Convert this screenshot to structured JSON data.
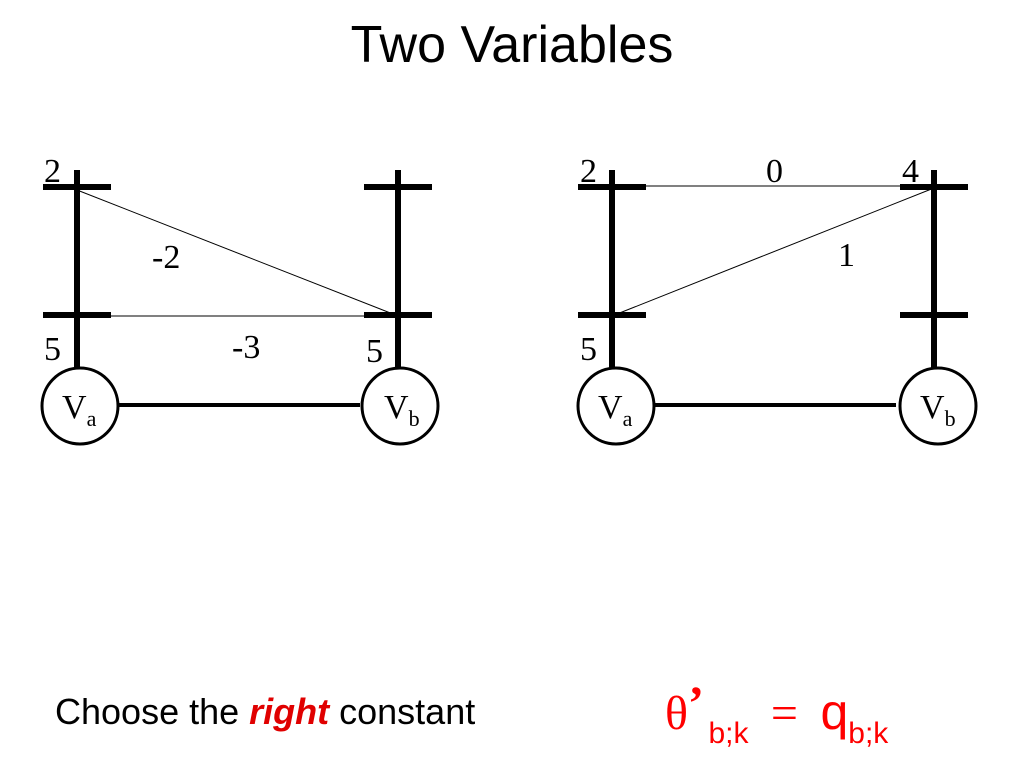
{
  "slide": {
    "title": "Two Variables"
  },
  "left_graph": {
    "top_labels": {
      "a": "2"
    },
    "bottom_labels": {
      "a": "5",
      "b": "5"
    },
    "edge_labels": {
      "cross": "-2",
      "horizontal": "-3"
    },
    "node_a": {
      "letter": "V",
      "sub": "a"
    },
    "node_b": {
      "letter": "V",
      "sub": "b"
    }
  },
  "right_graph": {
    "top_labels": {
      "a": "2",
      "b": "4"
    },
    "bottom_labels": {
      "a": "5"
    },
    "edge_labels": {
      "horizontal": "0",
      "cross": "1"
    },
    "node_a": {
      "letter": "V",
      "sub": "a"
    },
    "node_b": {
      "letter": "V",
      "sub": "b"
    }
  },
  "caption": {
    "before": "Choose the ",
    "emphasis": "right",
    "after": " constant"
  },
  "formula": {
    "theta": "θ",
    "prime": "’",
    "theta_subscript": "b;k",
    "equals": "=",
    "q": "q",
    "q_subscript": "b;k"
  },
  "colors": {
    "emphasis": "#e00000",
    "formula": "#ff0000",
    "ink": "#000000"
  }
}
